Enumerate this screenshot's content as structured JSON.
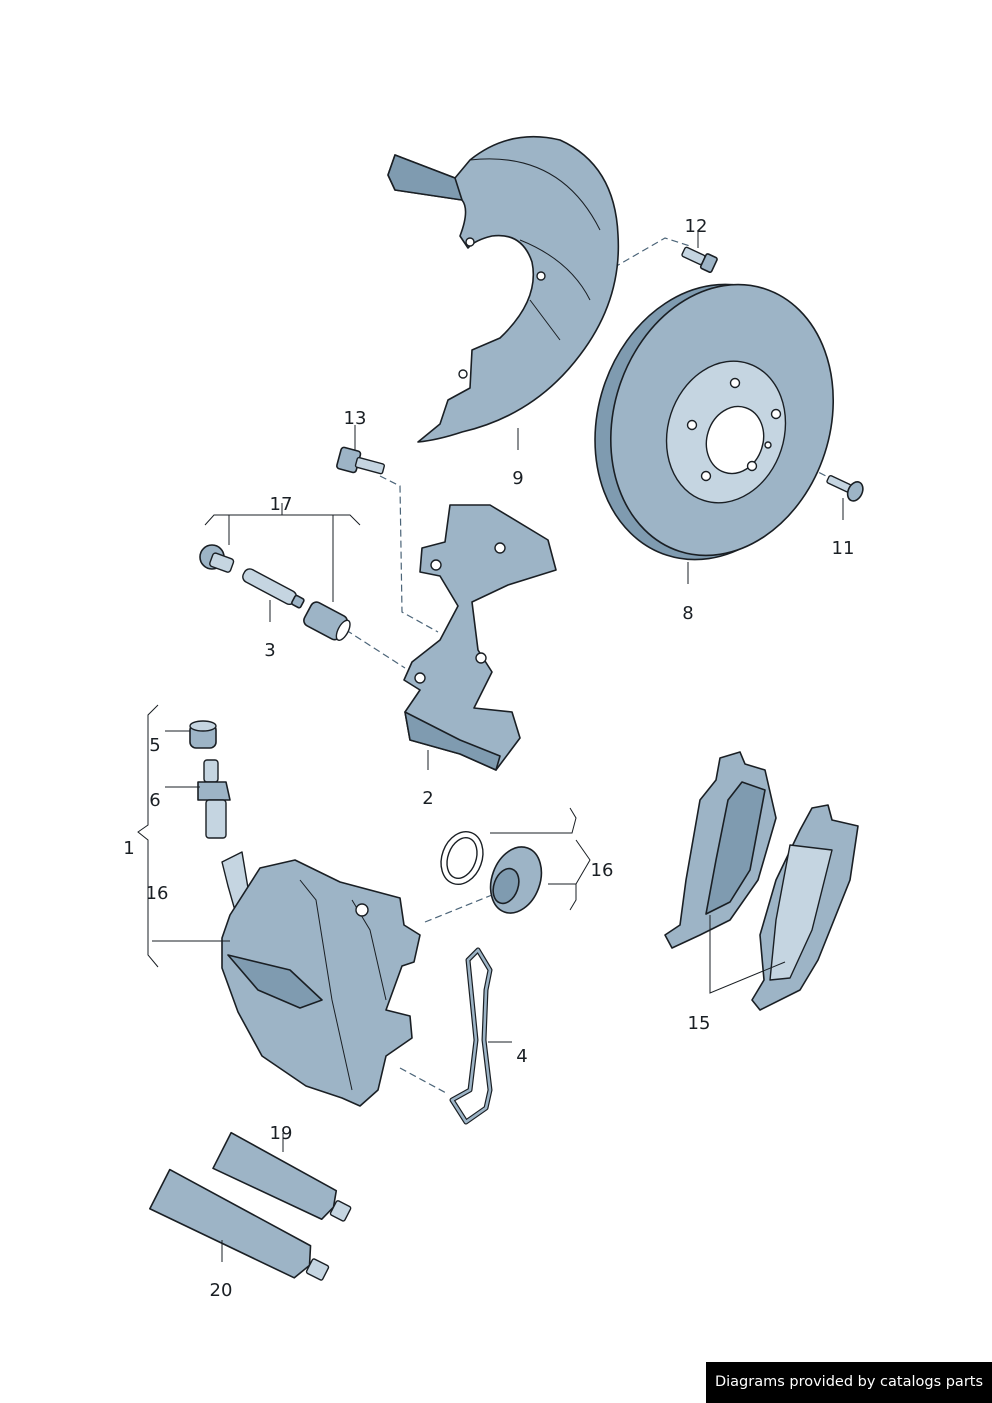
{
  "labels": {
    "p1": "1",
    "p2": "2",
    "p3": "3",
    "p4": "4",
    "p5": "5",
    "p6": "6",
    "p8": "8",
    "p9": "9",
    "p11": "11",
    "p12": "12",
    "p13": "13",
    "p15": "15",
    "p16a": "16",
    "p16b": "16",
    "p17": "17",
    "p19": "19",
    "p20": "20"
  },
  "credit": "Diagrams provided by catalogs parts"
}
